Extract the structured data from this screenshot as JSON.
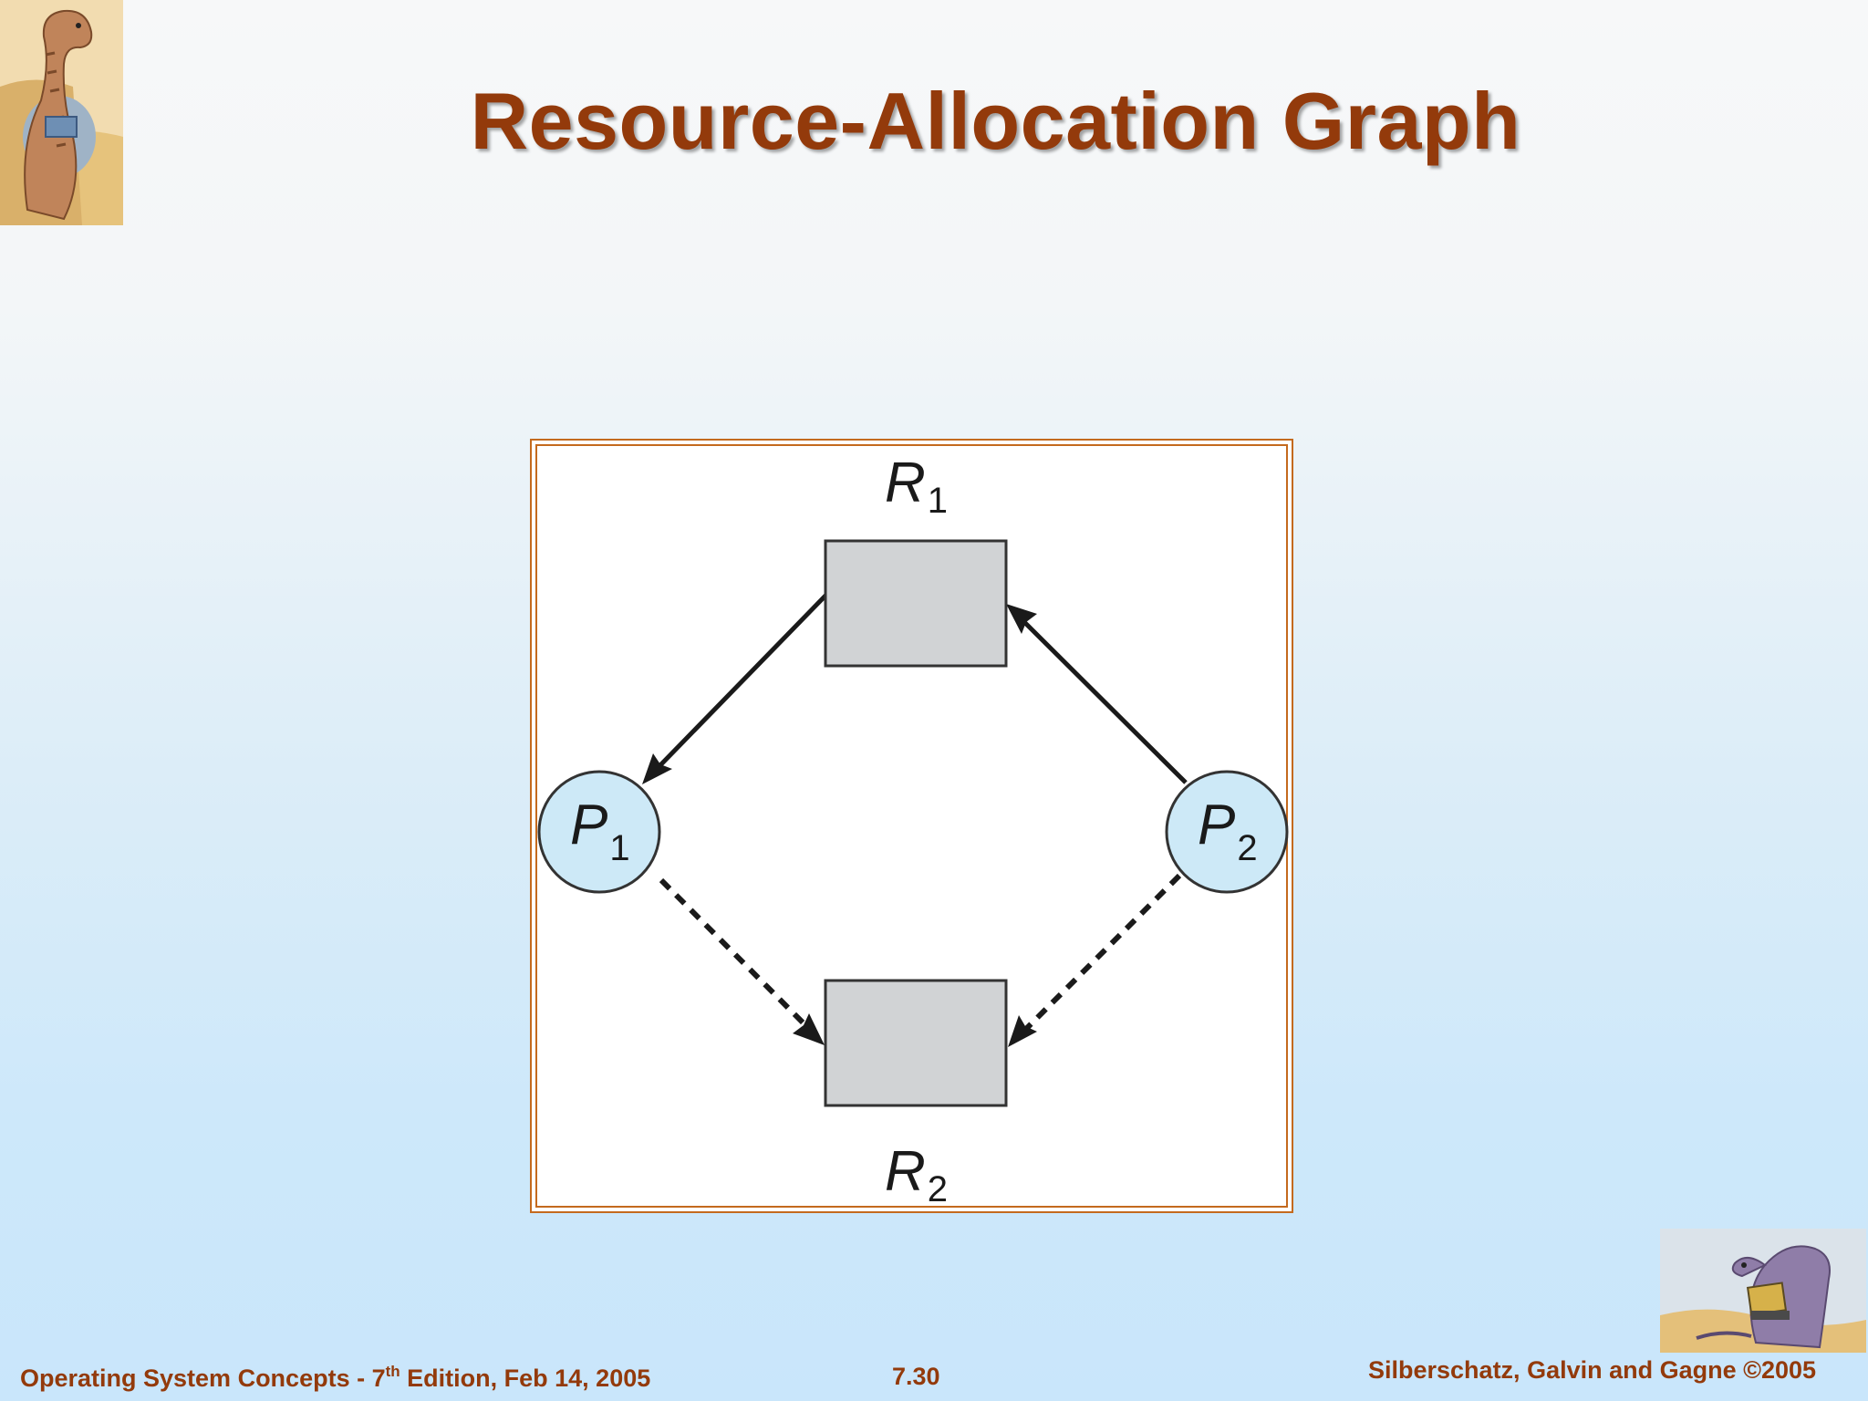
{
  "slide": {
    "title": "Resource-Allocation Graph"
  },
  "diagram": {
    "resources": [
      {
        "id": "R1",
        "letter": "R",
        "subscript": "1"
      },
      {
        "id": "R2",
        "letter": "R",
        "subscript": "2"
      }
    ],
    "processes": [
      {
        "id": "P1",
        "letter": "P",
        "subscript": "1"
      },
      {
        "id": "P2",
        "letter": "P",
        "subscript": "2"
      }
    ],
    "edges": [
      {
        "from": "R1",
        "to": "P1",
        "kind": "assignment",
        "style": "solid"
      },
      {
        "from": "P2",
        "to": "R1",
        "kind": "request",
        "style": "solid"
      },
      {
        "from": "P1",
        "to": "R2",
        "kind": "claim",
        "style": "dashed"
      },
      {
        "from": "P2",
        "to": "R2",
        "kind": "claim",
        "style": "dashed"
      }
    ],
    "colors": {
      "frame": "#c46a1e",
      "resource_fill": "#d1d3d5",
      "process_fill": "#cde9f7",
      "edge": "#1a1a1a"
    }
  },
  "footer": {
    "left_prefix": "Operating System Concepts - 7",
    "left_sup": "th",
    "left_suffix": " Edition, Feb 14, 2005",
    "page_number": "7.30",
    "right": "Silberschatz, Galvin and Gagne ©2005"
  },
  "decorations": {
    "top_left_icon": "dinosaur-reading-icon",
    "bottom_right_icon": "dinosaur-laptop-icon",
    "title_color": "#933a0b"
  }
}
